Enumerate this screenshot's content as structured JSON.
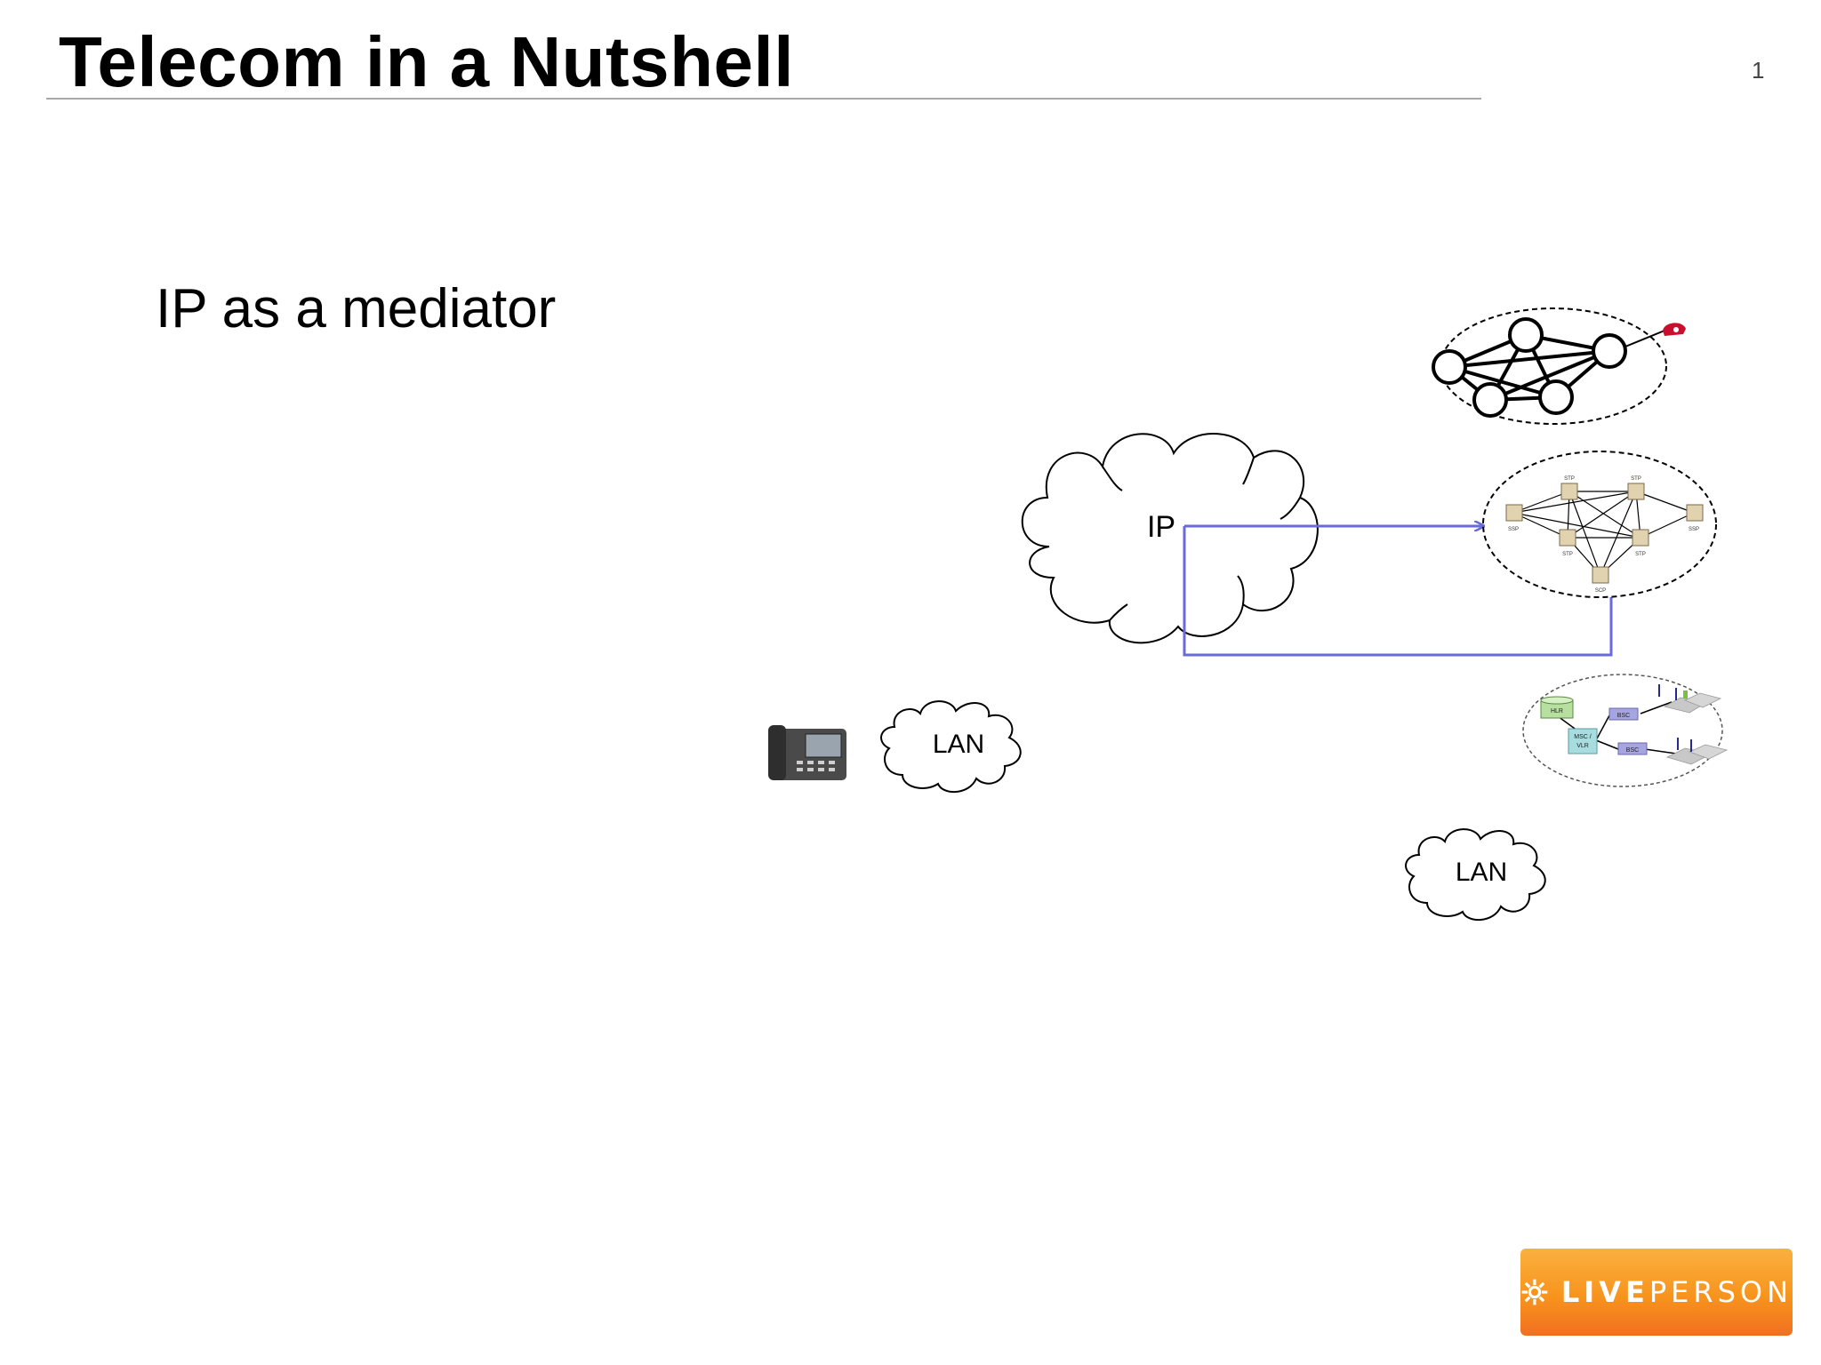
{
  "slide": {
    "title": "Telecom in a Nutshell",
    "page_number": "1",
    "bullet": "IP as a mediator"
  },
  "diagram": {
    "ip_cloud_label": "IP",
    "lan_left_label": "LAN",
    "lan_right_label": "LAN",
    "ss7_labels": {
      "stp": "STP",
      "ssp": "SSP",
      "scp": "SCP"
    },
    "mobile_labels": {
      "hlr": "HLR",
      "msc_vlr_line1": "MSC /",
      "msc_vlr_line2": "VLR",
      "bsc": "BSC"
    },
    "connector_color": "#6a6ad8"
  },
  "logo": {
    "word_bold": "LIVE",
    "word_light": "PERSON",
    "color": "#f7941d"
  },
  "icons": [
    "ip-phone-icon",
    "red-telephone-icon",
    "sun-logo-icon"
  ]
}
